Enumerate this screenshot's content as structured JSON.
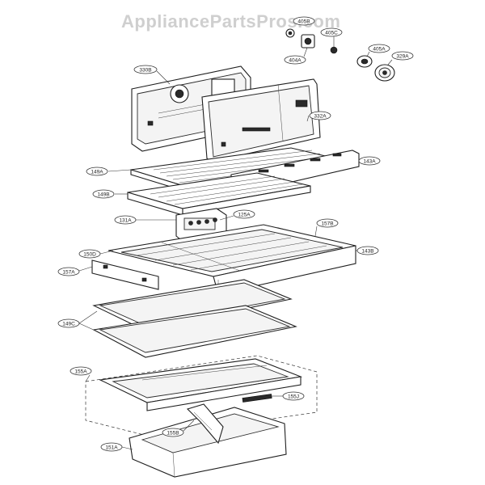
{
  "watermark": "AppliancePartsPros.com",
  "labels": [
    {
      "id": "330B"
    },
    {
      "id": "405B"
    },
    {
      "id": "405C"
    },
    {
      "id": "404A"
    },
    {
      "id": "405A"
    },
    {
      "id": "329A"
    },
    {
      "id": "332A"
    },
    {
      "id": "149A"
    },
    {
      "id": "143A"
    },
    {
      "id": "149B"
    },
    {
      "id": "131A"
    },
    {
      "id": "125A"
    },
    {
      "id": "157B"
    },
    {
      "id": "150D"
    },
    {
      "id": "143B"
    },
    {
      "id": "157A"
    },
    {
      "id": "149C"
    },
    {
      "id": "155A"
    },
    {
      "id": "155J"
    },
    {
      "id": "155B"
    },
    {
      "id": "151A"
    }
  ]
}
